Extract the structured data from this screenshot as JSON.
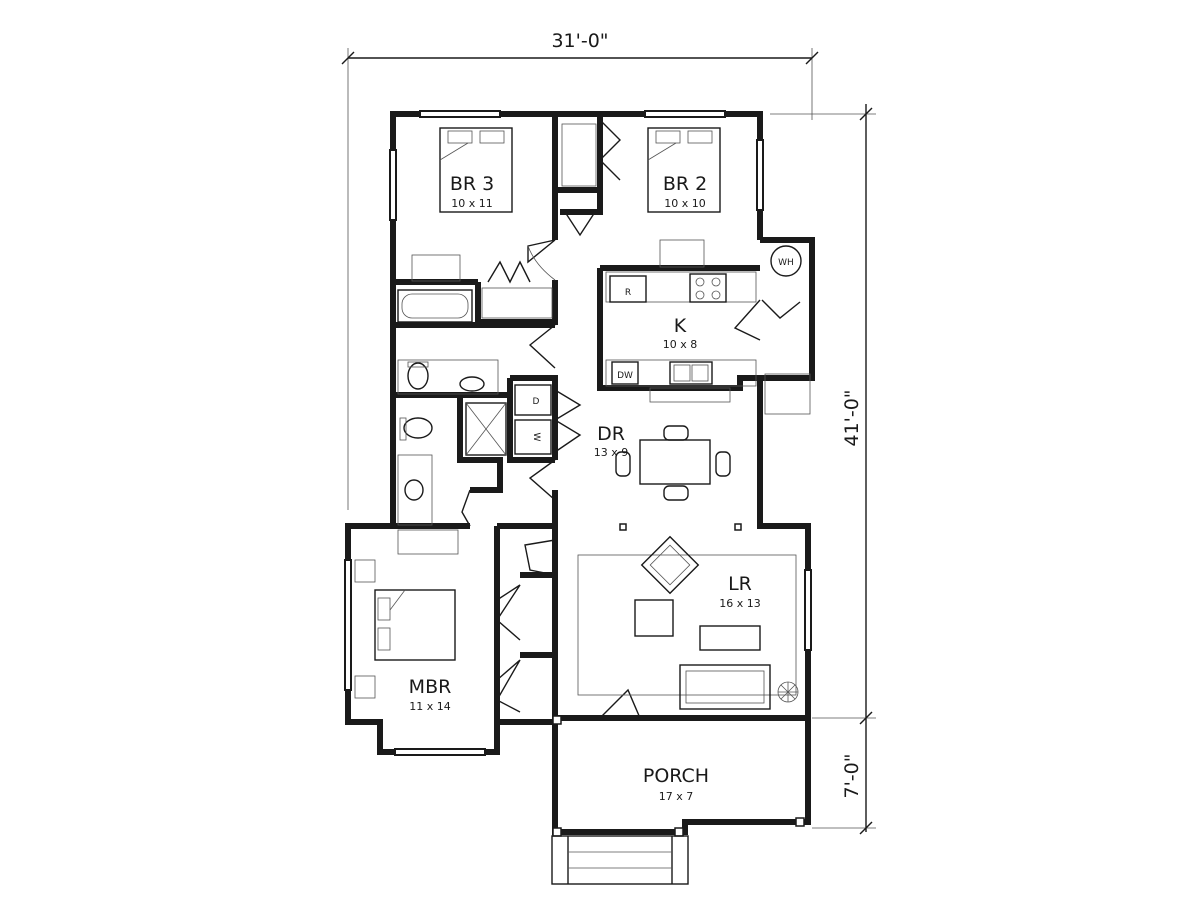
{
  "dimensions": {
    "overall_width": "31'-0\"",
    "house_depth": "41'-0\"",
    "porch_depth": "7'-0\""
  },
  "rooms": {
    "br3": {
      "name": "BR 3",
      "size": "10 x 11"
    },
    "br2": {
      "name": "BR 2",
      "size": "10 x 10"
    },
    "kitchen": {
      "name": "K",
      "size": "10 x 8"
    },
    "dining": {
      "name": "DR",
      "size": "13 x 9"
    },
    "living": {
      "name": "LR",
      "size": "16 x 13"
    },
    "master": {
      "name": "MBR",
      "size": "11 x 14"
    },
    "porch": {
      "name": "PORCH",
      "size": "17 x 7"
    }
  },
  "fixtures": {
    "water_heater": "WH",
    "refrigerator": "R",
    "dishwasher": "DW",
    "dryer": "D",
    "washer": "W"
  },
  "colors": {
    "ink": "#1a1a1a",
    "paper": "#ffffff"
  }
}
